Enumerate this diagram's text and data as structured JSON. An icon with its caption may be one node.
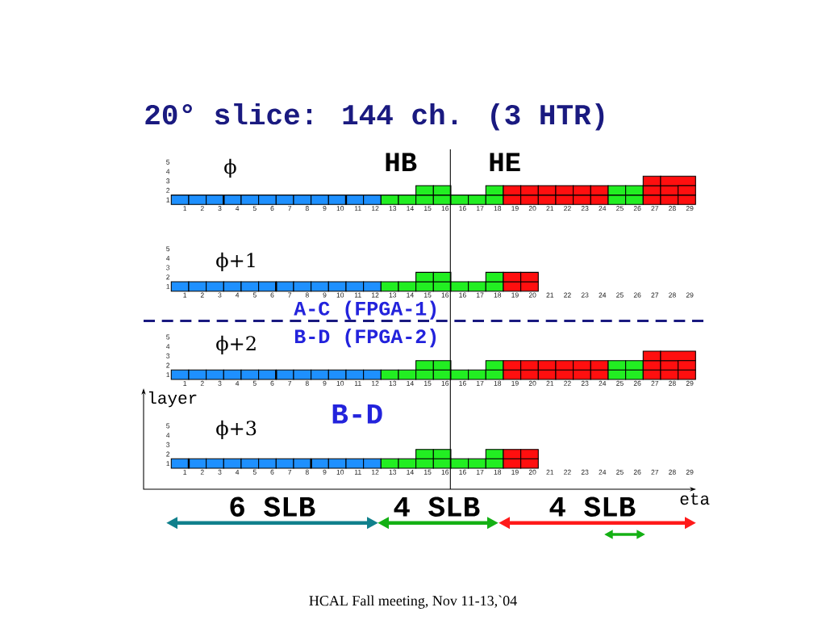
{
  "diagram": {
    "title": "20° slice: 144 ch. (3 HTR)",
    "caption": "HCAL Fall meeting, Nov 11-13,`04",
    "labels": [
      "ϕ",
      "HB",
      "HE",
      "5",
      "4",
      "3",
      "2",
      "1",
      "1",
      "2",
      "3",
      "4",
      "5",
      "6",
      "7",
      "8",
      "9",
      "10",
      "11",
      "12",
      "13",
      "14",
      "15",
      "16",
      "16",
      "17",
      "18",
      "19",
      "20",
      "21",
      "22",
      "23",
      "24",
      "25",
      "26",
      "27",
      "28",
      "29",
      "ϕ+1",
      "5",
      "4",
      "3",
      "2",
      "1",
      "1",
      "2",
      "3",
      "4",
      "5",
      "6",
      "7",
      "8",
      "9",
      "10",
      "11",
      "12",
      "13",
      "14",
      "15",
      "16",
      "16",
      "17",
      "18",
      "19",
      "20",
      "21",
      "22",
      "23",
      "24",
      "25",
      "26",
      "27",
      "28",
      "29",
      "A-C (FPGA-1)",
      "ϕ+2",
      "B-D (FPGA-2)",
      "5",
      "4",
      "3",
      "2",
      "1",
      "1",
      "2",
      "3",
      "4",
      "5",
      "6",
      "7",
      "8",
      "9",
      "10",
      "11",
      "12",
      "13",
      "14",
      "15",
      "16",
      "16",
      "17",
      "18",
      "19",
      "20",
      "21",
      "22",
      "23",
      "24",
      "25",
      "26",
      "27",
      "28",
      "29",
      "layer",
      "B-D",
      "ϕ+3",
      "5",
      "4",
      "3",
      "2",
      "1",
      "1",
      "2",
      "3",
      "4",
      "5",
      "6",
      "7",
      "8",
      "9",
      "10",
      "11",
      "12",
      "13",
      "14",
      "15",
      "16",
      "16",
      "17",
      "18",
      "19",
      "20",
      "21",
      "22",
      "23",
      "24",
      "25",
      "26",
      "27",
      "28",
      "29",
      "eta",
      "6 SLB",
      "4 SLB",
      "4 SLB"
    ]
  }
}
